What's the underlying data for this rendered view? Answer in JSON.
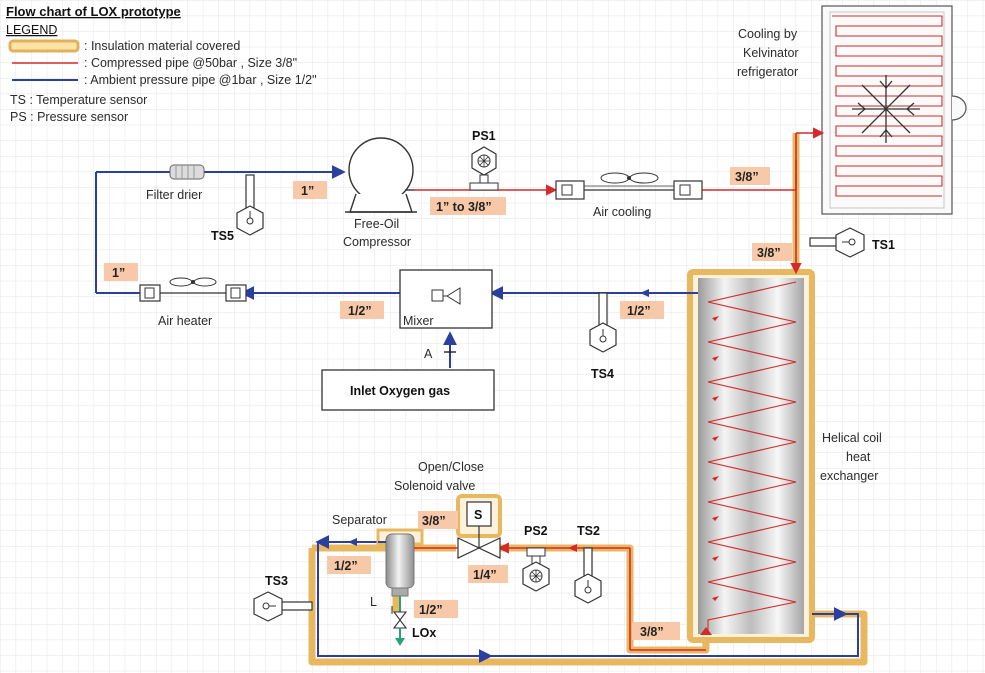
{
  "title": "Flow chart of LOX prototype",
  "legend": {
    "heading": "LEGEND",
    "insulation": ": Insulation material covered",
    "compressed": ": Compressed pipe @50bar , Size 3/8\"",
    "ambient": ": Ambient pressure pipe @1bar , Size 1/2\"",
    "ts": "TS : Temperature sensor",
    "ps": "PS : Pressure sensor"
  },
  "components": {
    "filter_drier": "Filter drier",
    "compressor_line1": "Free-Oil",
    "compressor_line2": "Compressor",
    "air_cooling": "Air cooling",
    "cooling_line1": "Cooling by",
    "cooling_line2": "Kelvinator",
    "cooling_line3": "refrigerator",
    "air_heater": "Air heater",
    "mixer": "Mixer",
    "inlet": "Inlet Oxygen gas",
    "valve_a": "A",
    "hx_line1": "Helical coil",
    "hx_line2": "heat",
    "hx_line3": "exchanger",
    "solenoid_line1": "Open/Close",
    "solenoid_line2": "Solenoid valve",
    "solenoid_s": "S",
    "separator": "Separator",
    "lox": "LOx",
    "valve_l": "L"
  },
  "sensors": {
    "ps1": "PS1",
    "ps2": "PS2",
    "ts1": "TS1",
    "ts2": "TS2",
    "ts3": "TS3",
    "ts4": "TS4",
    "ts5": "TS5"
  },
  "pipe_sizes": {
    "top_compressor_in": "1”",
    "compressor_out": "1” to 3/8”",
    "cooler_in": "3/8”",
    "cooler_out": "3/8”",
    "heater_left": "1”",
    "mixer_out": "1/2”",
    "hx_out": "1/2”",
    "solenoid_top": "3/8”",
    "solenoid_bottom": "1/4”",
    "separator_left": "1/2”",
    "lox_line": "1/2”",
    "hx_bottom": "3/8”"
  },
  "colors": {
    "compressed": "#d42a2a",
    "ambient": "#2a3f9e",
    "insulation": "#e8b860",
    "tag_bg": "#f7c9a8",
    "grid": "#e4e4e4"
  }
}
